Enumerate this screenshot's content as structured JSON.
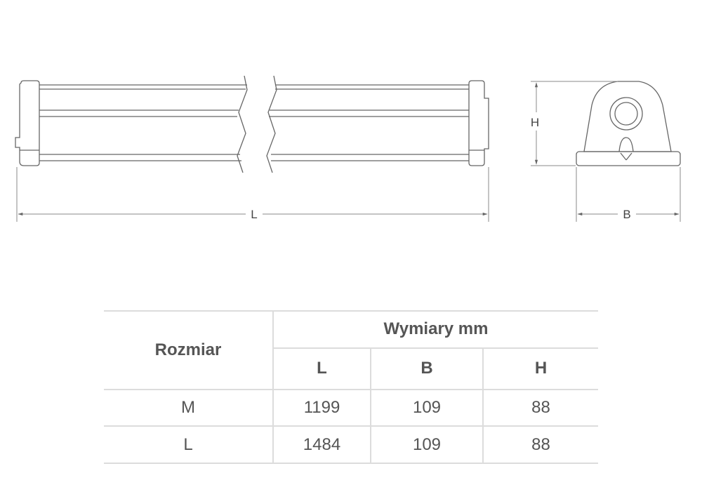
{
  "drawing": {
    "dimension_labels": {
      "length": "L",
      "height": "H",
      "width": "B"
    }
  },
  "table": {
    "row_header": "Rozmiar",
    "group_header": "Wymiary mm",
    "columns": [
      "L",
      "B",
      "H"
    ],
    "rows": [
      {
        "size": "M",
        "L": "1199",
        "B": "109",
        "H": "88"
      },
      {
        "size": "L",
        "L": "1484",
        "B": "109",
        "H": "88"
      }
    ]
  },
  "colors": {
    "line": "#555555",
    "table_rule": "#dcdcdc",
    "text": "#555555"
  }
}
